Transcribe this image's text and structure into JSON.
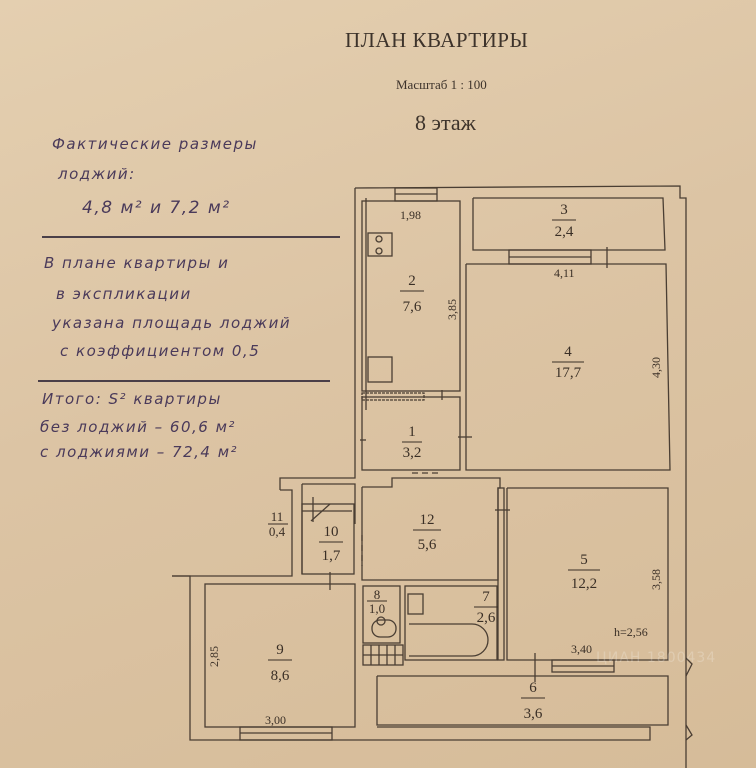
{
  "header": {
    "title": "ПЛАН КВАРТИРЫ",
    "scale": "Масштаб 1 : 100",
    "floor": "8 этаж"
  },
  "handwritten_notes": {
    "block1": {
      "line1": "Фактические размеры",
      "line2": "лоджий:",
      "line3": "4,8 м² и 7,2 м²"
    },
    "block2": {
      "line1": "В плане квартиры и",
      "line2": "в экспликации",
      "line3": "указана площадь лоджий",
      "line4": "с коэффициентом 0,5"
    },
    "block3": {
      "line1": "Итого: S² квартиры",
      "line2": "без лоджий – 60,6 м²",
      "line3": "с лоджиями – 72,4 м²"
    }
  },
  "rooms": [
    {
      "num": "1",
      "area": "3,2"
    },
    {
      "num": "2",
      "area": "7,6"
    },
    {
      "num": "3",
      "area": "2,4"
    },
    {
      "num": "4",
      "area": "17,7"
    },
    {
      "num": "5",
      "area": "12,2"
    },
    {
      "num": "6",
      "area": "3,6"
    },
    {
      "num": "7",
      "area": "2,6"
    },
    {
      "num": "8",
      "area": "1,0"
    },
    {
      "num": "9",
      "area": "8,6"
    },
    {
      "num": "10",
      "area": "1,7"
    },
    {
      "num": "11",
      "area": "0,4"
    },
    {
      "num": "12",
      "area": "5,6"
    }
  ],
  "dimensions": {
    "kitchen_width": "1,98",
    "kitchen_length": "3,85",
    "room4_width": "4,11",
    "room4_length": "4,30",
    "room5_length": "3,58",
    "room5_width": "3,40",
    "ceiling_height": "h=2,56",
    "room9_length": "2,85",
    "room9_width": "3,00"
  },
  "watermark": "ЦИАН 1800434"
}
